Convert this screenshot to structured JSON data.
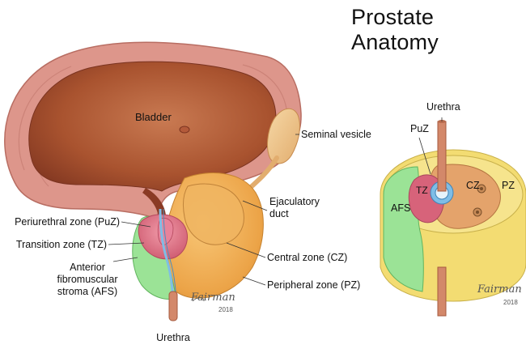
{
  "title": "Prostate Anatomy",
  "left_diagram": {
    "bladder": "Bladder",
    "seminal_vesicle": "Seminal vesicle",
    "ejaculatory_duct": "Ejaculatory duct",
    "ejaculatory_duct_line1": "Ejaculatory",
    "ejaculatory_duct_line2": "duct",
    "puz": "Periurethral zone (PuZ)",
    "tz": "Transition zone (TZ)",
    "afs_line1": "Anterior",
    "afs_line2": "fibromuscular",
    "afs_line3": "stroma (AFS)",
    "cz": "Central zone (CZ)",
    "pz": "Peripheral zone (PZ)",
    "urethra": "Urethra"
  },
  "right_diagram": {
    "urethra": "Urethra",
    "puz": "PuZ",
    "tz": "TZ",
    "cz": "CZ",
    "pz": "PZ",
    "afs": "AFS"
  },
  "signature": {
    "left": "Fairman",
    "left_year": "2018",
    "right": "Fairman",
    "right_year": "2018"
  },
  "colors": {
    "bladder_wall": "#d98f86",
    "bladder_inner": "#a54f35",
    "peripheral_zone": "#efae4f",
    "central_zone_right": "#e4a36b",
    "transition_zone": "#d7637a",
    "afs": "#9be396",
    "pz_right": "#f3dc72",
    "urethra": "#7fbde6"
  }
}
